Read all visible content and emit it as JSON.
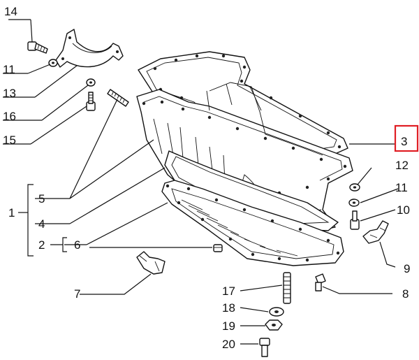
{
  "labels": {
    "c1": "1",
    "c2": "2",
    "c3": "3",
    "c4": "4",
    "c5": "5",
    "c6": "6",
    "c7": "7",
    "c8": "8",
    "c9": "9",
    "c10": "10",
    "c11a": "11",
    "c11b": "11",
    "c12": "12",
    "c13": "13",
    "c14": "14",
    "c15": "15",
    "c16": "16",
    "c17": "17",
    "c18": "18",
    "c19": "19",
    "c20": "20"
  },
  "highlighted_callout": "3",
  "colors": {
    "highlight": "#e01e24",
    "ink": "#111111"
  }
}
